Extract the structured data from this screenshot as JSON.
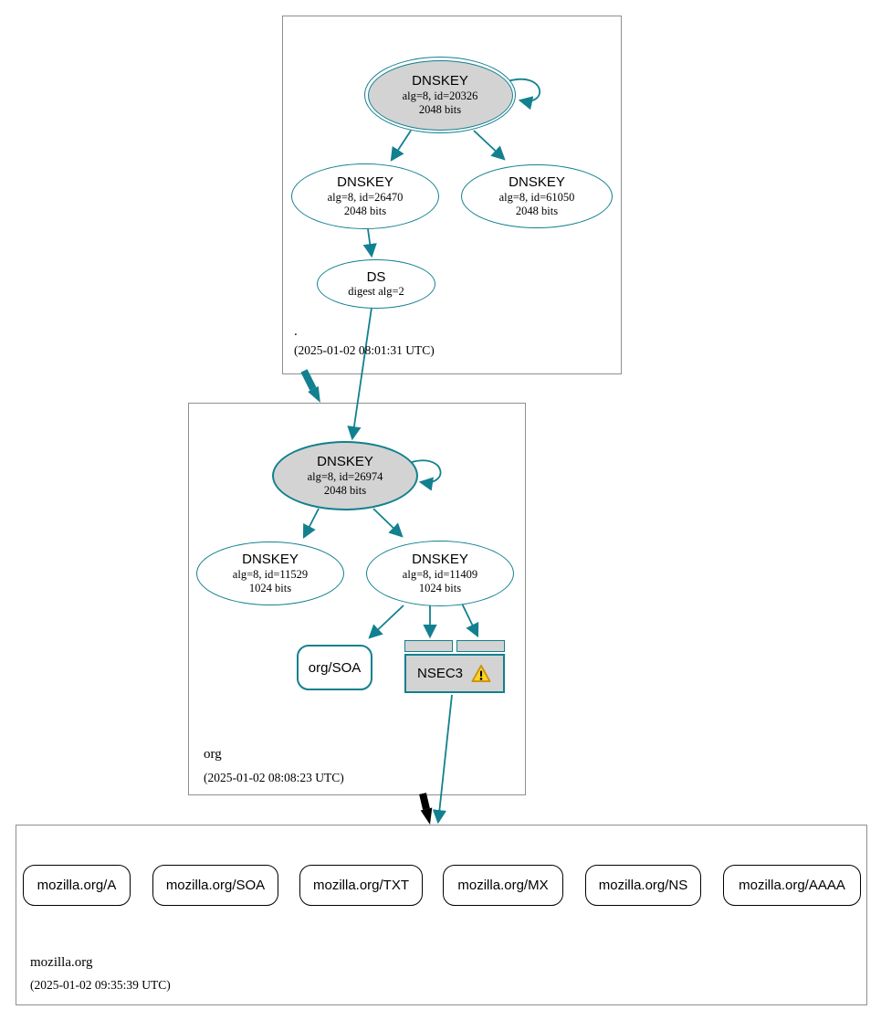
{
  "colors": {
    "secure_teal": "#12808F",
    "insecure_black": "#000000",
    "node_gray_fill": "#D3D3D3",
    "zone_box_border": "#8F8F8F",
    "warning_fill": "#FFD42A",
    "warning_border": "#C9940A"
  },
  "zones": [
    {
      "name": ".",
      "timestamp": "(2025-01-02 08:01:31 UTC)",
      "nodes": {
        "ksk": {
          "title": "DNSKEY",
          "sub1": "alg=8, id=20326",
          "sub2": "2048 bits"
        },
        "zsk1": {
          "title": "DNSKEY",
          "sub1": "alg=8, id=26470",
          "sub2": "2048 bits"
        },
        "zsk2": {
          "title": "DNSKEY",
          "sub1": "alg=8, id=61050",
          "sub2": "2048 bits"
        },
        "ds": {
          "title": "DS",
          "sub1": "digest alg=2"
        }
      }
    },
    {
      "name": "org",
      "timestamp": "(2025-01-02 08:08:23 UTC)",
      "nodes": {
        "ksk": {
          "title": "DNSKEY",
          "sub1": "alg=8, id=26974",
          "sub2": "2048 bits"
        },
        "zsk1": {
          "title": "DNSKEY",
          "sub1": "alg=8, id=11529",
          "sub2": "1024 bits"
        },
        "zsk2": {
          "title": "DNSKEY",
          "sub1": "alg=8, id=11409",
          "sub2": "1024 bits"
        },
        "soa": {
          "label": "org/SOA"
        },
        "nsec3": {
          "label": "NSEC3",
          "icon": "warning-icon"
        }
      }
    },
    {
      "name": "mozilla.org",
      "timestamp": "(2025-01-02 09:35:39 UTC)",
      "rrsets": [
        "mozilla.org/A",
        "mozilla.org/SOA",
        "mozilla.org/TXT",
        "mozilla.org/MX",
        "mozilla.org/NS",
        "mozilla.org/AAAA"
      ]
    }
  ],
  "graph_edges": [
    {
      "from": "root-ksk-20326",
      "to": "root-ksk-20326",
      "style": "self-sign"
    },
    {
      "from": "root-ksk-20326",
      "to": "root-zsk-26470",
      "style": "secure"
    },
    {
      "from": "root-ksk-20326",
      "to": "root-zsk-61050",
      "style": "secure"
    },
    {
      "from": "root-zsk-26470",
      "to": "ds-digest-alg-2",
      "style": "secure"
    },
    {
      "from": "ds-digest-alg-2",
      "to": "org-ksk-26974",
      "style": "secure"
    },
    {
      "from": "zone-root",
      "to": "zone-org",
      "style": "secure-delegation-thick"
    },
    {
      "from": "org-ksk-26974",
      "to": "org-ksk-26974",
      "style": "self-sign"
    },
    {
      "from": "org-ksk-26974",
      "to": "org-zsk-11529",
      "style": "secure"
    },
    {
      "from": "org-ksk-26974",
      "to": "org-zsk-11409",
      "style": "secure"
    },
    {
      "from": "org-zsk-11409",
      "to": "org-soa",
      "style": "secure"
    },
    {
      "from": "org-zsk-11409",
      "to": "nsec3",
      "style": "secure"
    },
    {
      "from": "org-zsk-11409",
      "to": "nsec3",
      "style": "secure"
    },
    {
      "from": "nsec3",
      "to": "zone-mozilla-org",
      "style": "secure"
    },
    {
      "from": "zone-org",
      "to": "zone-mozilla-org",
      "style": "insecure-delegation-thick"
    }
  ]
}
